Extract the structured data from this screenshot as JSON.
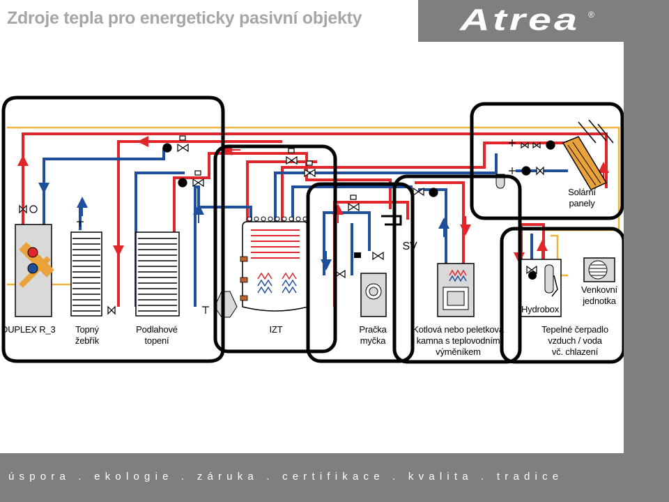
{
  "header": {
    "title": "Zdroje tepla pro energeticky pasivní objekty",
    "logo": "Atrea",
    "logo_mark": "®"
  },
  "diagram": {
    "labels": {
      "duplex": "DUPLEX R_3",
      "topny_line1": "Topný",
      "topny_line2": "žebřík",
      "podlahove_line1": "Podlahové",
      "podlahove_line2": "topení",
      "izt": "IZT",
      "pracka_line1": "Pračka",
      "pracka_line2": "myčka",
      "kotel_line1": "Kotlová nebo peletková",
      "kotel_line2": "kamna s teplovodním",
      "kotel_line3": "výměníkem",
      "solarni_line1": "Solární",
      "solarni_line2": "panely",
      "hydrobox": "Hydrobox",
      "venkovni_line1": "Venkovní",
      "venkovni_line2": "jednotka",
      "tepelne_line1": "Tepelné čerpadlo",
      "tepelne_line2": "vzduch / voda",
      "tepelne_line3": "vč. chlazení",
      "sv": "SV"
    },
    "colors": {
      "hot": "#e0262b",
      "cold": "#1f4e9c",
      "yellow": "#f0b43c",
      "outline": "#000000",
      "device_fill": "#d9d9d9"
    }
  },
  "footer": {
    "slogan": "úspora . ekologie . záruka . certifikace . kvalita . tradice"
  }
}
